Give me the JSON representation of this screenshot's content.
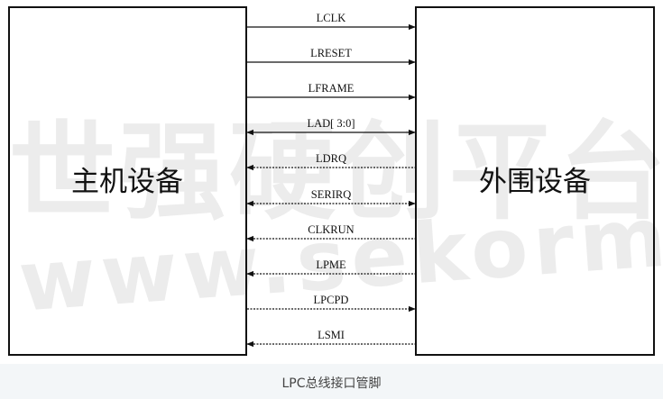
{
  "watermark": {
    "line1": "世强硬创平台",
    "line2": "www.sekorm.com"
  },
  "host": {
    "label": "主机设备"
  },
  "peripheral": {
    "label": "外围设备"
  },
  "signals": [
    {
      "name": "LCLK",
      "style": "solid",
      "direction": "to-peripheral"
    },
    {
      "name": "LRESET",
      "style": "solid",
      "direction": "to-peripheral"
    },
    {
      "name": "LFRAME",
      "style": "solid",
      "direction": "to-peripheral"
    },
    {
      "name": "LAD[ 3:0]",
      "style": "solid",
      "direction": "bidirectional"
    },
    {
      "name": "LDRQ",
      "style": "dashed",
      "direction": "to-host"
    },
    {
      "name": "SERIRQ",
      "style": "dashed",
      "direction": "bidirectional"
    },
    {
      "name": "CLKRUN",
      "style": "dashed",
      "direction": "to-host"
    },
    {
      "name": "LPME",
      "style": "dashed",
      "direction": "to-host"
    },
    {
      "name": "LPCPD",
      "style": "dashed",
      "direction": "to-peripheral"
    },
    {
      "name": "LSMI",
      "style": "dashed",
      "direction": "to-host"
    }
  ],
  "caption": "LPC总线接口管脚"
}
